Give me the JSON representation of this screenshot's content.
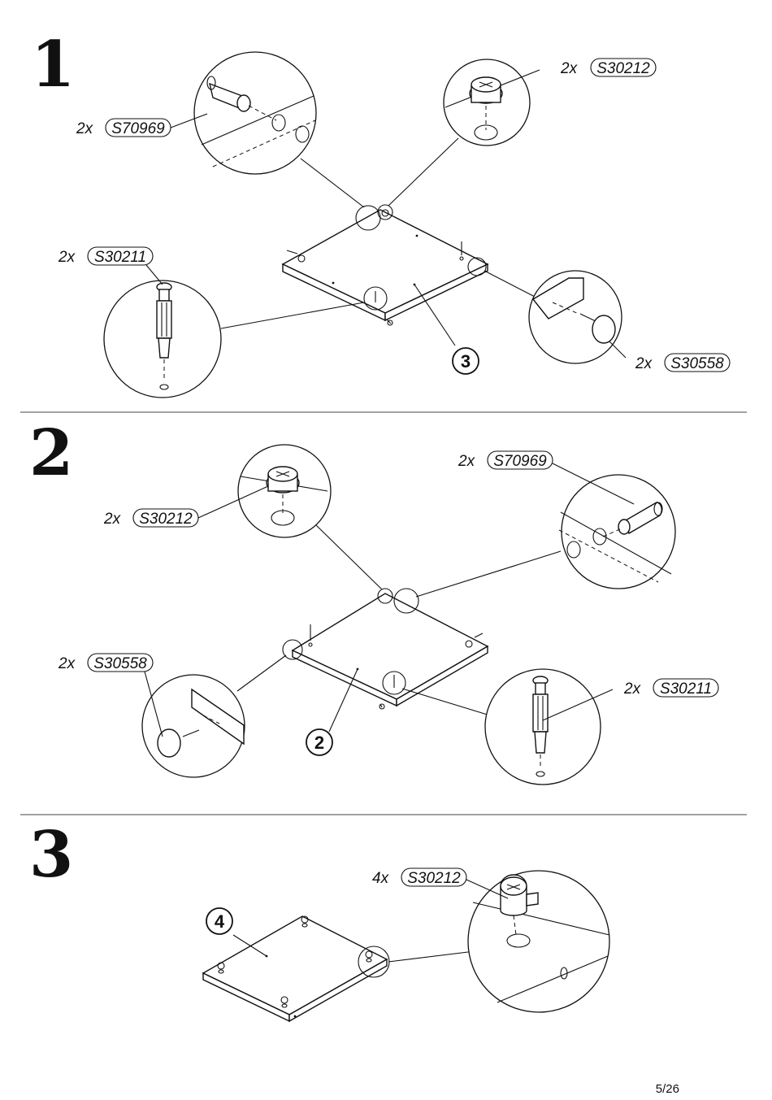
{
  "steps": [
    {
      "number": "1",
      "callouts": [
        {
          "qty": "2x",
          "code": "S70969"
        },
        {
          "qty": "2x",
          "code": "S30212"
        },
        {
          "qty": "2x",
          "code": "S30211"
        },
        {
          "qty": "2x",
          "code": "S30558"
        }
      ],
      "part": "3"
    },
    {
      "number": "2",
      "callouts": [
        {
          "qty": "2x",
          "code": "S70969"
        },
        {
          "qty": "2x",
          "code": "S30212"
        },
        {
          "qty": "2x",
          "code": "S30558"
        },
        {
          "qty": "2x",
          "code": "S30211"
        }
      ],
      "part": "2"
    },
    {
      "number": "3",
      "callouts": [
        {
          "qty": "4x",
          "code": "S30212"
        }
      ],
      "part": "4"
    }
  ],
  "page": "5/26"
}
